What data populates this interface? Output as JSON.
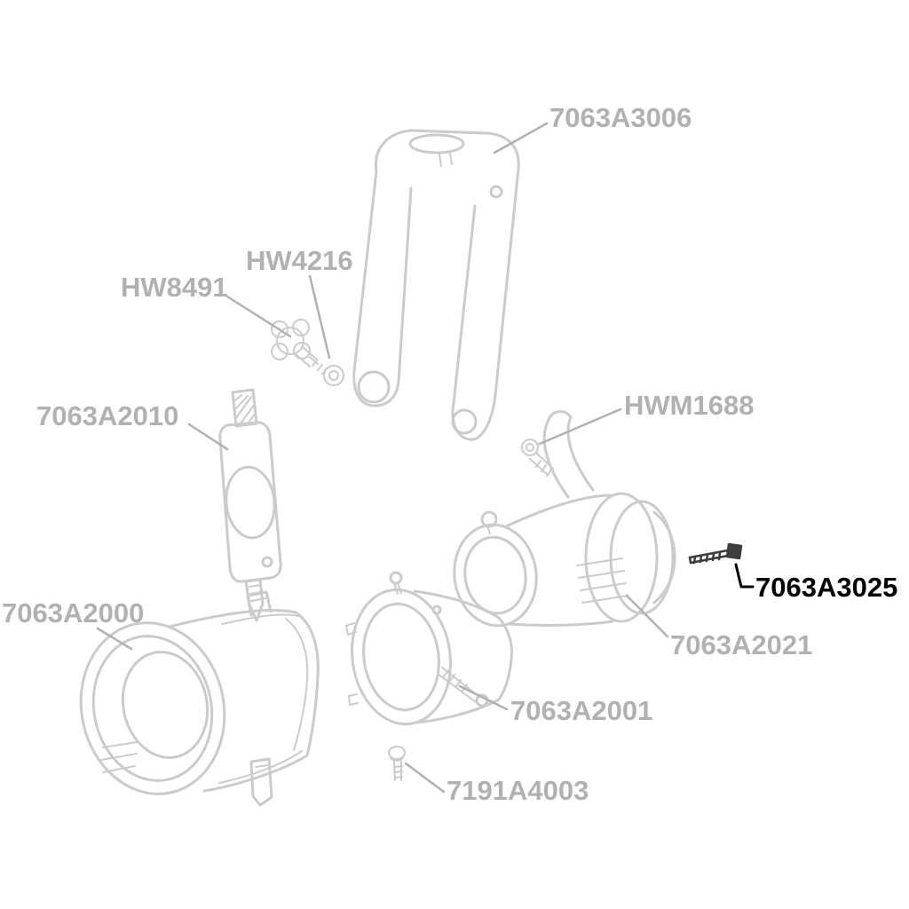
{
  "diagram": {
    "type": "exploded-parts-diagram",
    "background_color": "#ffffff",
    "line_color": "#cbcbcb",
    "label_color": "#b1b1b1",
    "highlight_label_color": "#000000",
    "labels": [
      {
        "text": "7063A3006",
        "highlighted": false
      },
      {
        "text": "HW4216",
        "highlighted": false
      },
      {
        "text": "HW8491",
        "highlighted": false
      },
      {
        "text": "7063A2010",
        "highlighted": false
      },
      {
        "text": "HWM1688",
        "highlighted": false
      },
      {
        "text": "7063A3025",
        "highlighted": true
      },
      {
        "text": "7063A2021",
        "highlighted": false
      },
      {
        "text": "7063A2000",
        "highlighted": false
      },
      {
        "text": "7063A2001",
        "highlighted": false
      },
      {
        "text": "7191A4003",
        "highlighted": false
      }
    ]
  }
}
